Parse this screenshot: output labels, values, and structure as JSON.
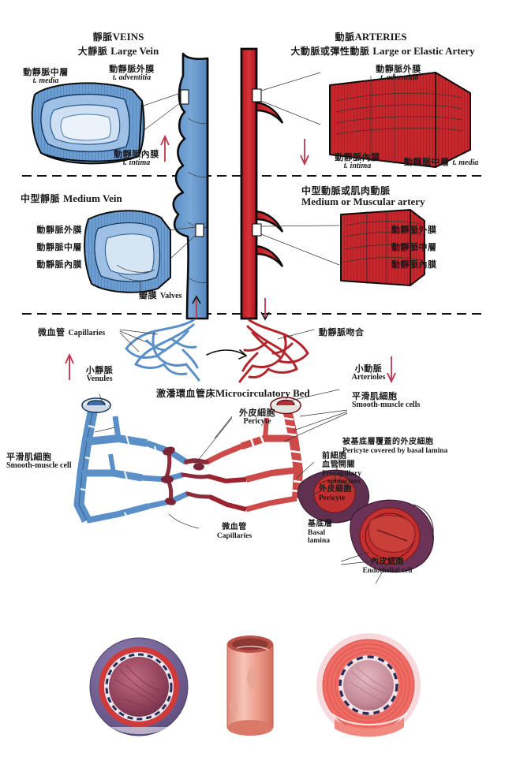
{
  "title_veins": {
    "cn": "靜脈",
    "en": "VEINS"
  },
  "title_arteries": {
    "cn": "動脈",
    "en": "ARTERIES"
  },
  "sections": {
    "large_vein": {
      "cn": "大靜脈",
      "en": "Large Vein"
    },
    "large_artery": {
      "cn": "大動脈或彈性動脈",
      "en": "Large or Elastic Artery"
    },
    "medium_vein": {
      "cn": "中型靜脈",
      "en": "Medium Vein"
    },
    "medium_artery": {
      "cn": "中型動脈或肌肉動脈",
      "en": "Medium or Muscular artery"
    },
    "microbed": {
      "cn": "激潘環血管床",
      "en": "Microcirculatory Bed"
    }
  },
  "layers": {
    "adventitia": {
      "cn": "動靜脈外膜",
      "en": "t. adventitia"
    },
    "adventitia_art": {
      "cn": "動靜脈外膜",
      "en": ".t. adventitia"
    },
    "media": {
      "cn": "動靜脈中層",
      "en": "t. media"
    },
    "intima": {
      "cn": "動靜脈內膜",
      "en": "t. intima"
    },
    "media_inline": {
      "cn": "動靜脈中層",
      "en": "t. media"
    }
  },
  "labels": {
    "valves": {
      "cn": "瓣膜",
      "en": "Valves"
    },
    "capillaries_top": {
      "cn": "微血管",
      "en": "Capillaries"
    },
    "anastomosis": {
      "cn": "動靜脈吻合",
      "en": ""
    },
    "venules": {
      "cn": "小靜脈",
      "en": "Venules"
    },
    "arterioles": {
      "cn": "小動脈",
      "en": "Arterioles"
    },
    "smooth_muscle_cells": {
      "cn": "平滑肌細胞",
      "en": "Smooth-muscle cells"
    },
    "smooth_muscle_cell": {
      "cn": "平滑肌細胞",
      "en": "Smooth-muscle cell"
    },
    "pericyte_top": {
      "cn": "外皮細胞",
      "en": "Pericyte"
    },
    "pericyte_lower": {
      "cn": "外皮細胞",
      "en": "Pericyte"
    },
    "pericyte_basal": {
      "cn": "被基底層覆蓋的外皮細胞",
      "en": "Pericyte covered  by basal lamina"
    },
    "precapillary": {
      "cn1": "前細胞",
      "cn2": "血管開關",
      "en1": "Precapillary",
      "en2": "sphincters"
    },
    "capillaries_bottom": {
      "cn": "微血管",
      "en": "Capillaries"
    },
    "basal_lamina": {
      "cn": "基底層",
      "en1": "Basal",
      "en2": "lamina"
    },
    "endothelial": {
      "cn": "內皮細胞",
      "en": "Endothelial cell"
    }
  },
  "colors": {
    "vein_blue": "#6699cc",
    "artery_red": "#cc1f26",
    "dark_red": "#8b1a24",
    "arrow_red": "#c0334d",
    "outline": "#111111",
    "purple": "#6b4f86"
  },
  "bottom_figures": [
    {
      "name": "vein-cross-section"
    },
    {
      "name": "capillary-tube"
    },
    {
      "name": "artery-cross-section"
    }
  ]
}
